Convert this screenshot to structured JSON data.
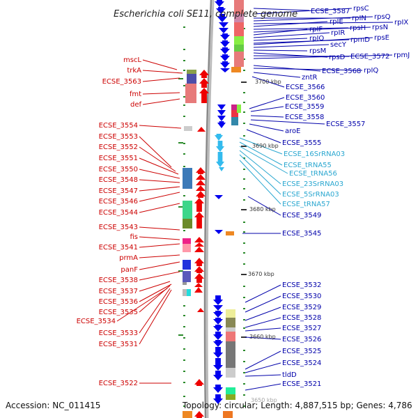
{
  "title": "Escherichia coli SE11, complete genome",
  "footer": {
    "accession": "Accession: NC_011415",
    "topology": "Topology: circular; Length: 4,887,515 bp; Genes: 4,786"
  },
  "kbp_ticks": [
    "3700 kbp",
    "3690 kbp",
    "3680 kbp",
    "3670 kbp",
    "3660 kbp",
    "3650 kbp"
  ],
  "left_genes": [
    "mscL",
    "trkA",
    "ECSE_3563",
    "fmt",
    "def",
    "ECSE_3554",
    "ECSE_3553",
    "ECSE_3552",
    "ECSE_3551",
    "ECSE_3550",
    "ECSE_3548",
    "ECSE_3547",
    "ECSE_3546",
    "ECSE_3544",
    "ECSE_3543",
    "fis",
    "ECSE_3541",
    "prmA",
    "panF",
    "ECSE_3538",
    "ECSE_3537",
    "ECSE_3536",
    "ECSE_3535",
    "ECSE_3534",
    "ECSE_3533",
    "ECSE_3531",
    "ECSE_3522"
  ],
  "right_genes": [
    "ECSE_3587",
    "rpsC",
    "rpIN",
    "rpsQ",
    "rpIX",
    "rpIE",
    "rpsH",
    "rpsN",
    "rpIF",
    "rpIR",
    "rpIO",
    "rpmD",
    "rpsE",
    "secY",
    "rpsM",
    "rpsD",
    "ECSE_3572",
    "rpmJ",
    "ECSE_3568",
    "rpIQ",
    "zntR",
    "ECSE_3566",
    "ECSE_3560",
    "ECSE_3559",
    "ECSE_3558",
    "ECSE_3557",
    "aroE",
    "ECSE_3555",
    "ECSE_3549",
    "ECSE_3545",
    "ECSE_3532",
    "ECSE_3530",
    "ECSE_3529",
    "ECSE_3528",
    "ECSE_3527",
    "ECSE_3526",
    "ECSE_3525",
    "ECSE_3524",
    "tldD",
    "ECSE_3521"
  ],
  "rna_genes": [
    "ECSE_16SrRNA03",
    "ECSE_tRNA55",
    "ECSE_tRNA56",
    "ECSE_23SrRNA03",
    "ECSE_5SrRNA03",
    "ECSE_tRNA57"
  ],
  "colors": {
    "forward_arrow": "#ee0000",
    "reverse_arrow": "#0000ee",
    "rna_arrow": "#33bbee",
    "backbone": "#888888",
    "tick": "#2a8a2a",
    "label_red": "#cc0000",
    "label_blue": "#0000aa",
    "label_cyan": "#2aa7d0"
  }
}
